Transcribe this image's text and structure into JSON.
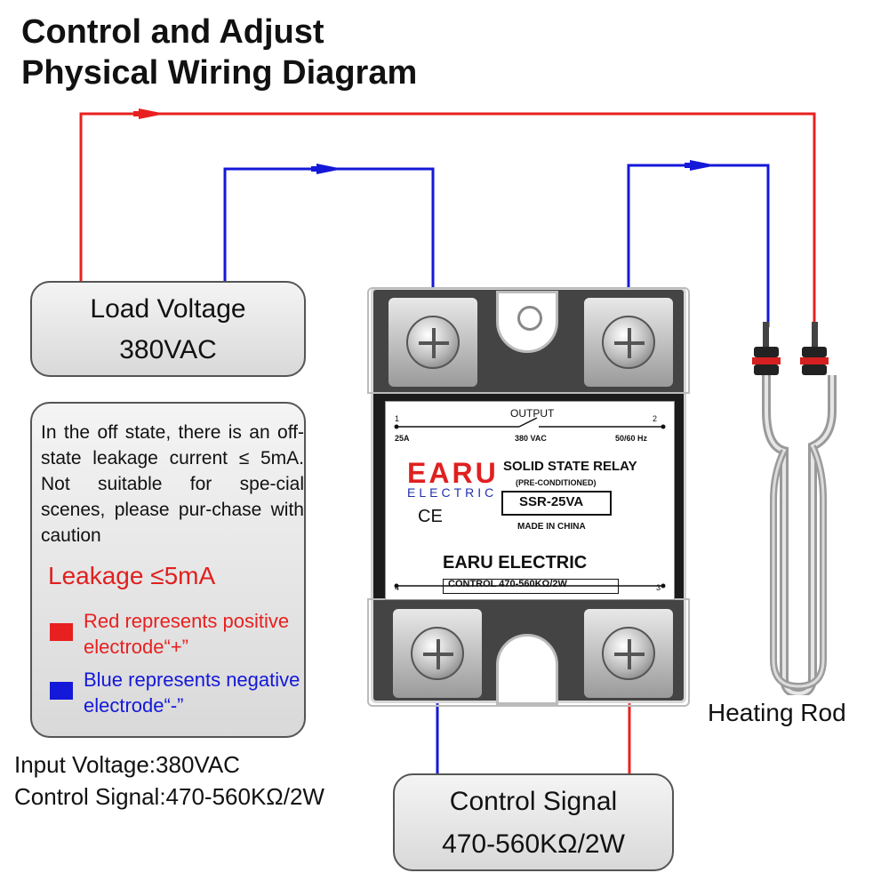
{
  "title": {
    "line1": "Control and Adjust",
    "line2": "Physical Wiring Diagram"
  },
  "colors": {
    "positive": "#e82020",
    "negative": "#1418d8"
  },
  "load_box": {
    "line1": "Load Voltage",
    "line2": "380VAC"
  },
  "info": {
    "text": "In the off state, there is an off-state leakage current ≤ 5mA. Not suitable for spe-cial scenes, please pur-chase with caution",
    "leakage": "Leakage ≤5mA",
    "legend_red": "Red represents positive electrode“+”",
    "legend_blue": "Blue represents negative electrode“-”"
  },
  "specs": {
    "input_voltage": "Input Voltage:380VAC",
    "control_signal": "Control Signal:470-560KΩ/2W"
  },
  "control_box": {
    "line1": "Control Signal",
    "line2": "470-560KΩ/2W"
  },
  "heating_rod_label": "Heating Rod",
  "relay": {
    "output_label": "OUTPUT",
    "terminal_1": "1",
    "terminal_2": "2",
    "terminal_3": "3",
    "terminal_4": "4",
    "current": "25A",
    "voltage": "380 VAC",
    "frequency": "50/60 Hz",
    "brand": "EARU",
    "brand_sub": "ELECTRIC",
    "type": "SOLID STATE RELAY",
    "preconditioned": "(PRE-CONDITIONED)",
    "model": "SSR-25VA",
    "ce_mark": "CE",
    "made_in": "MADE IN CHINA",
    "brand_full": "EARU ELECTRIC",
    "control_spec": "CONTROL 470-560KΩ/2W"
  }
}
